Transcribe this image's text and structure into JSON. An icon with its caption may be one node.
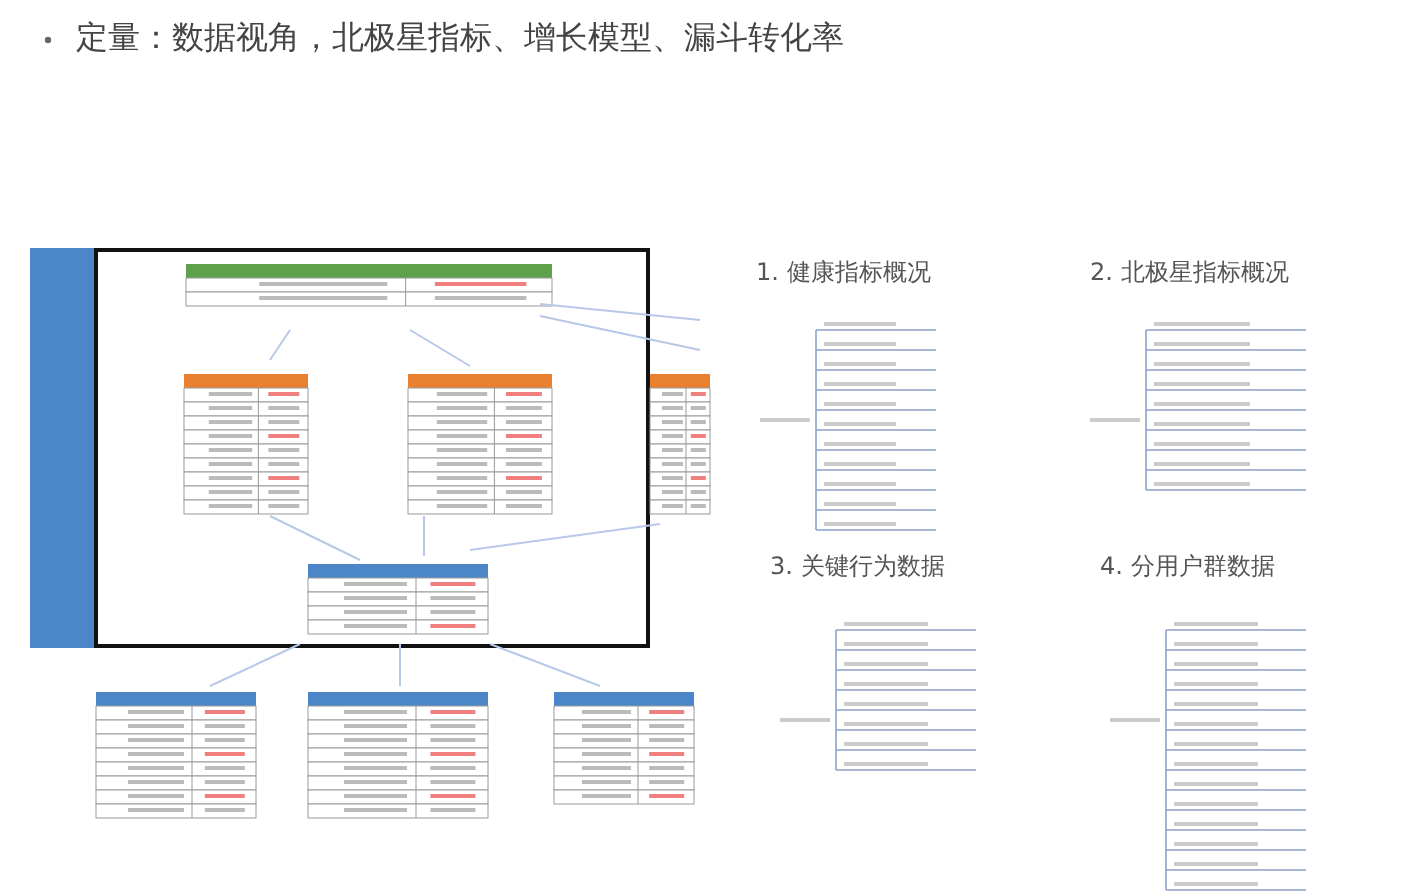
{
  "diagram": {
    "title": "定量：数据视角，北极星指标、增长模型、漏斗转化率",
    "labels": [
      "1. 健康指标概况",
      "2. 北极星指标概况",
      "3. 关键行为数据",
      "4. 分用户群数据"
    ]
  }
}
